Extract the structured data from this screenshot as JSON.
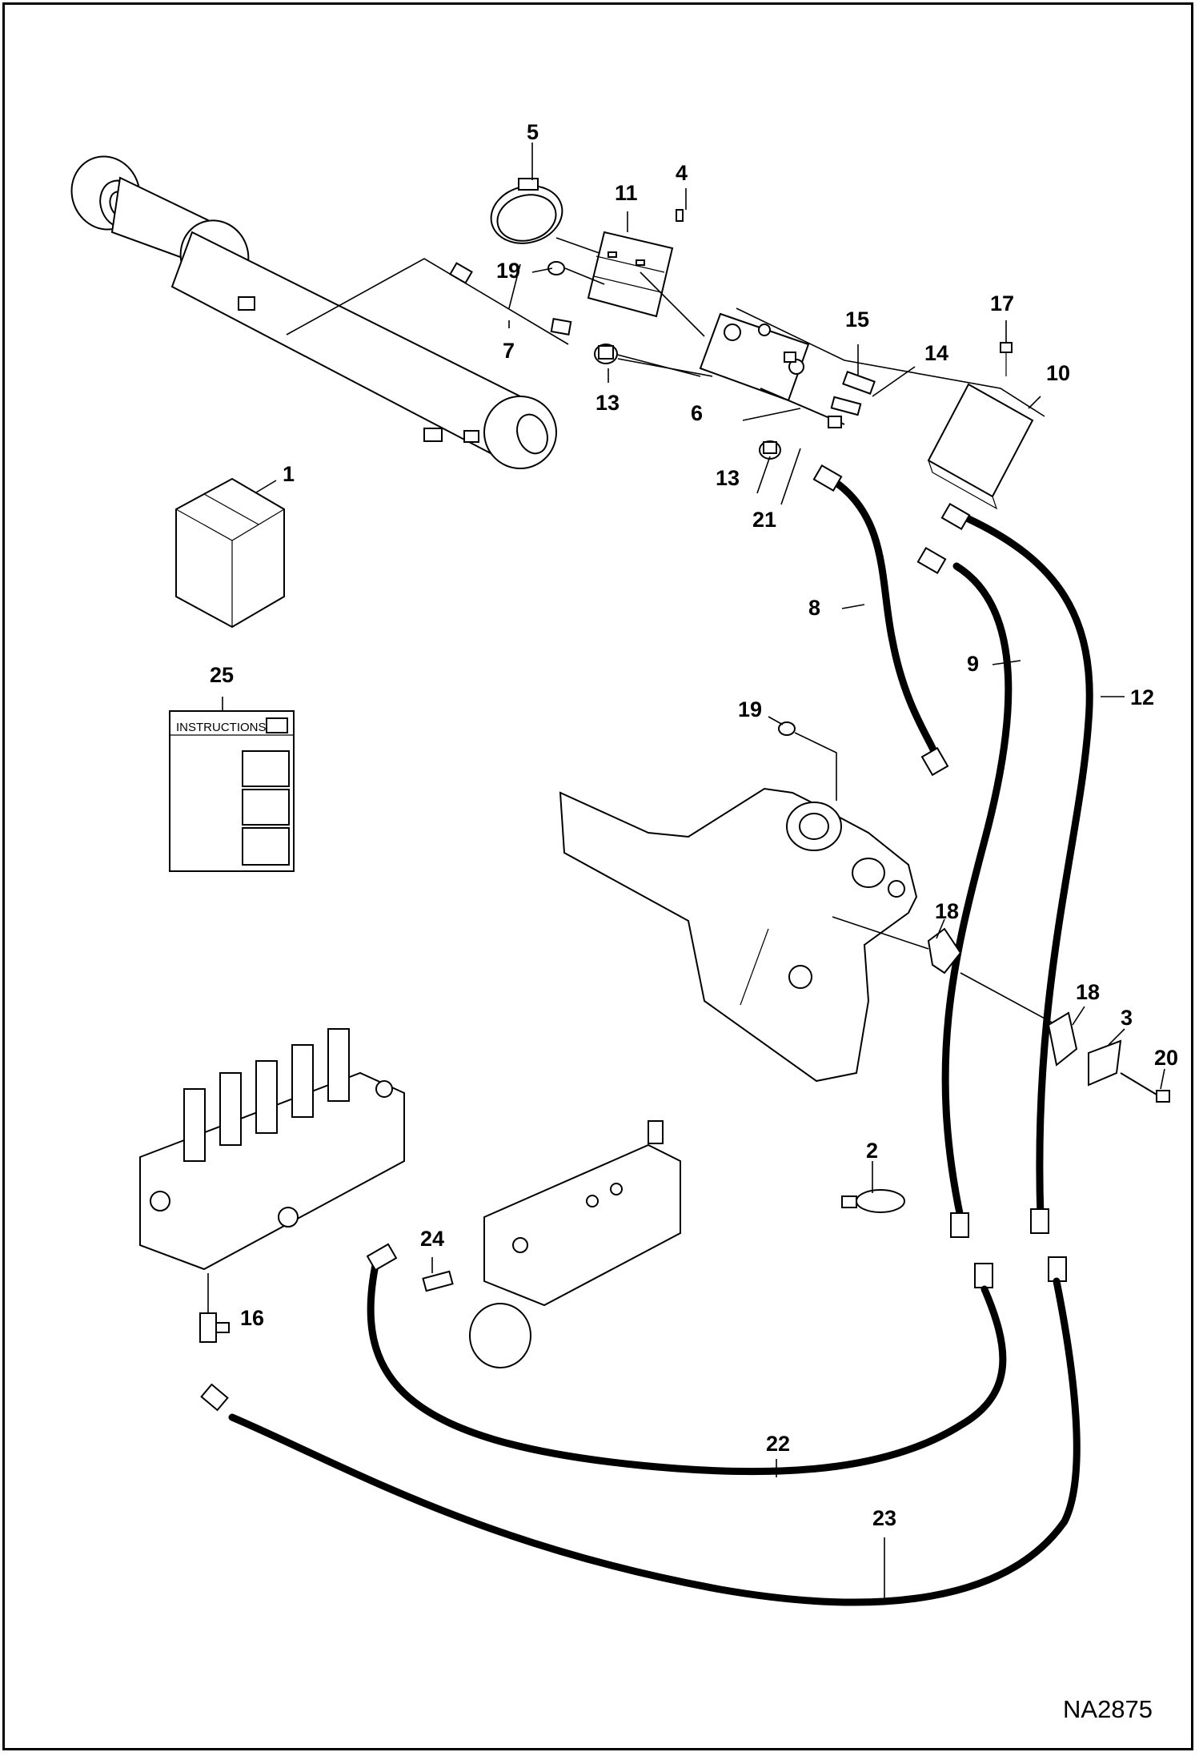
{
  "drawing": {
    "reference_code": "NA2875",
    "instructions_card_title": "INSTRUCTIONS"
  },
  "callouts": [
    {
      "id": "1",
      "label": "1"
    },
    {
      "id": "2",
      "label": "2"
    },
    {
      "id": "3",
      "label": "3"
    },
    {
      "id": "4",
      "label": "4"
    },
    {
      "id": "5",
      "label": "5"
    },
    {
      "id": "6",
      "label": "6"
    },
    {
      "id": "7",
      "label": "7"
    },
    {
      "id": "8",
      "label": "8"
    },
    {
      "id": "9",
      "label": "9"
    },
    {
      "id": "10",
      "label": "10"
    },
    {
      "id": "11",
      "label": "11"
    },
    {
      "id": "12",
      "label": "12"
    },
    {
      "id": "13a",
      "label": "13"
    },
    {
      "id": "13b",
      "label": "13"
    },
    {
      "id": "14",
      "label": "14"
    },
    {
      "id": "15",
      "label": "15"
    },
    {
      "id": "16",
      "label": "16"
    },
    {
      "id": "17",
      "label": "17"
    },
    {
      "id": "18a",
      "label": "18"
    },
    {
      "id": "18b",
      "label": "18"
    },
    {
      "id": "19a",
      "label": "19"
    },
    {
      "id": "19b",
      "label": "19"
    },
    {
      "id": "20",
      "label": "20"
    },
    {
      "id": "21",
      "label": "21"
    },
    {
      "id": "22",
      "label": "22"
    },
    {
      "id": "23",
      "label": "23"
    },
    {
      "id": "24",
      "label": "24"
    },
    {
      "id": "25",
      "label": "25"
    }
  ]
}
